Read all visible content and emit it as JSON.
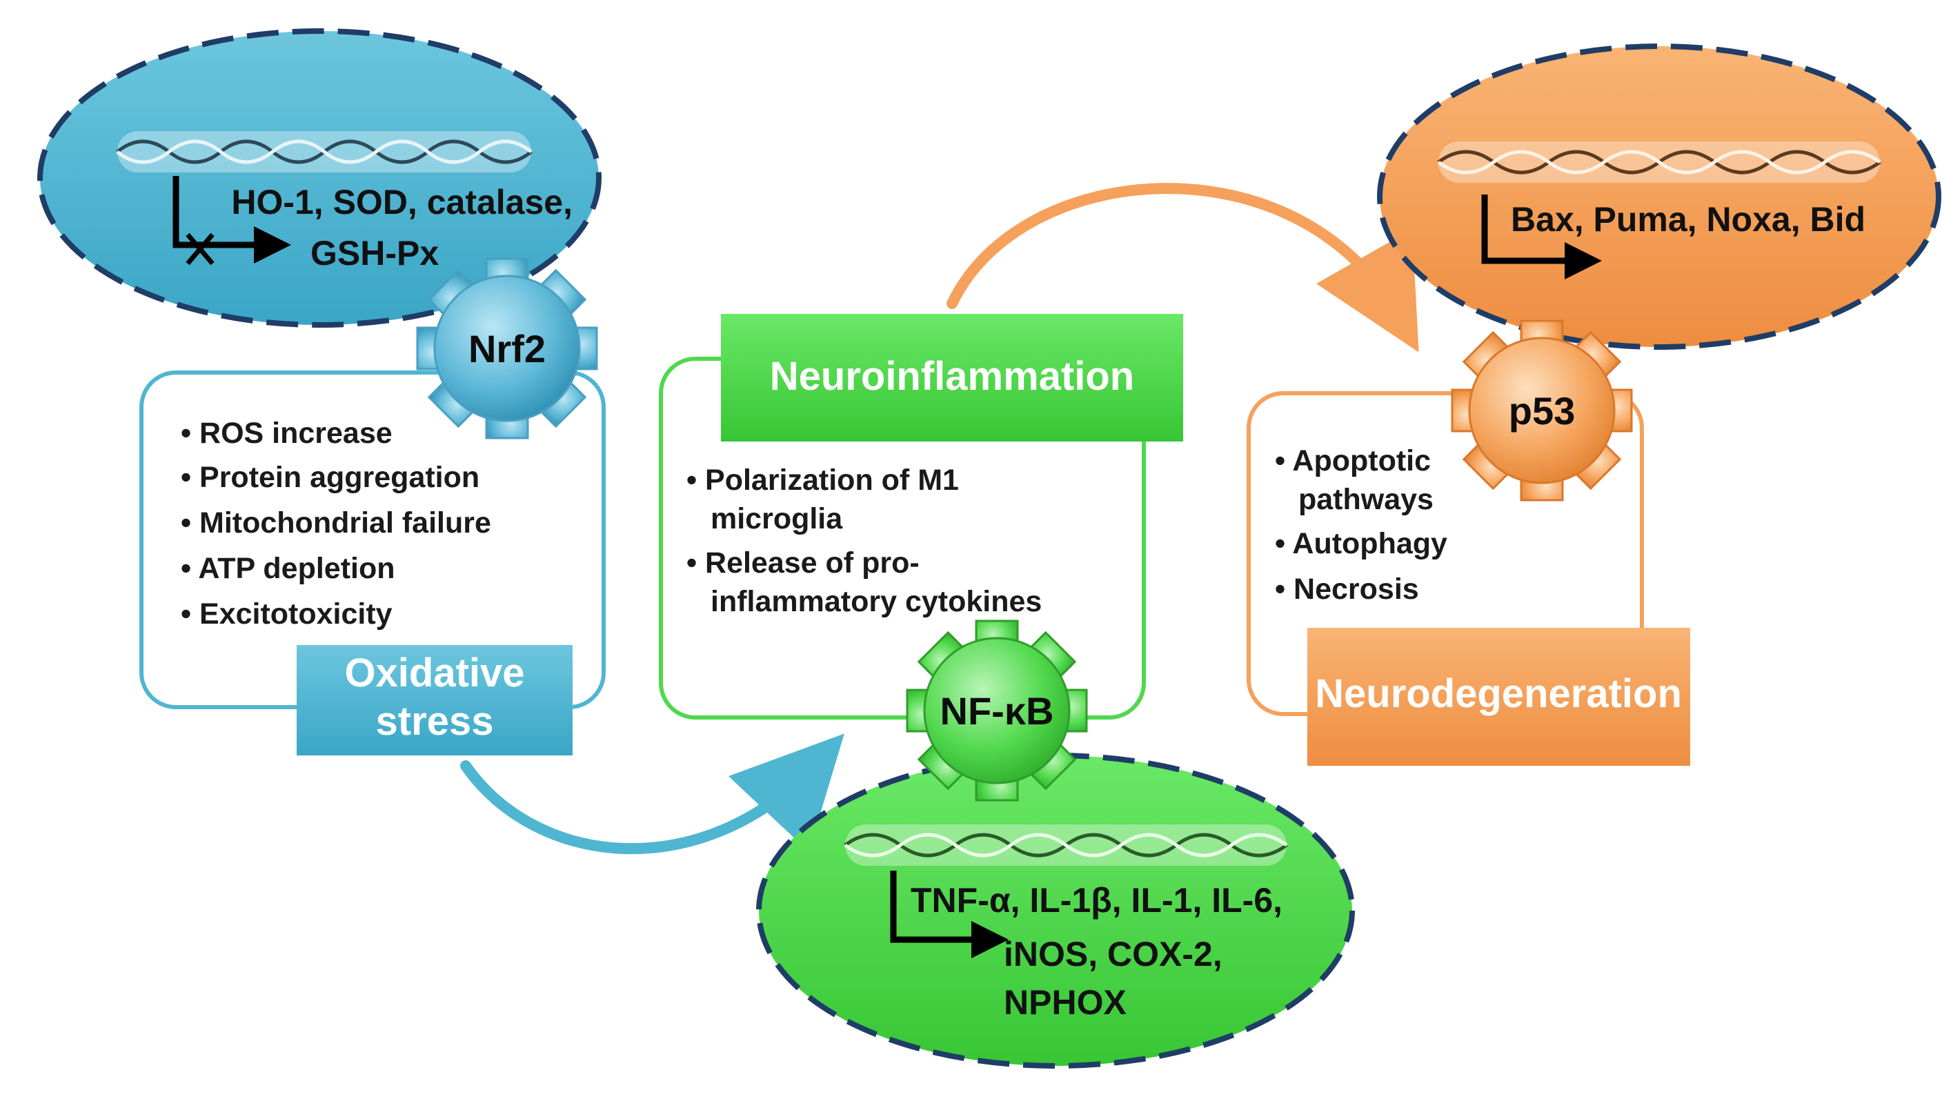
{
  "colors": {
    "blue": "#4fb6d2",
    "blue_dark": "#3a9fbe",
    "green": "#4fd84d",
    "green_dark": "#3cbf3a",
    "orange": "#f5a15c",
    "orange_dark": "#ef8f44",
    "navy_dash": "#1f3d66",
    "text": "#111111"
  },
  "oxidative_stress": {
    "banner": [
      "Oxidative",
      "stress"
    ],
    "bullets": [
      "ROS increase",
      "Protein aggregation",
      "Mitochondrial failure",
      "ATP depletion",
      "Excitotoxicity"
    ],
    "gear_label": "Nrf2",
    "genes": [
      "HO-1, SOD, catalase,",
      "GSH-Px"
    ],
    "icons": [
      "dna-helix-icon",
      "blocked-arrow-icon",
      "gear-icon"
    ]
  },
  "neuroinflammation": {
    "banner": "Neuroinflammation",
    "bullets": [
      [
        "Polarization of M1",
        "microglia"
      ],
      [
        "Release of pro-",
        "inflammatory cytokines"
      ]
    ],
    "gear_label": "NF-κB",
    "genes": [
      "TNF-α, IL-1β, IL-1, IL-6,",
      "iNOS, COX-2,",
      "NPHOX"
    ],
    "icons": [
      "dna-helix-icon",
      "arrow-icon",
      "gear-icon"
    ]
  },
  "neurodegeneration": {
    "banner": "Neurodegeneration",
    "bullets": [
      [
        "Apoptotic",
        "pathways"
      ],
      [
        "Autophagy"
      ],
      [
        "Necrosis"
      ]
    ],
    "gear_label": "p53",
    "genes": [
      "Bax, Puma, Noxa, Bid"
    ],
    "icons": [
      "dna-helix-icon",
      "arrow-icon",
      "gear-icon"
    ]
  },
  "flow_arrows": [
    "oxidative-stress-to-neuroinflammation",
    "neuroinflammation-to-neurodegeneration"
  ]
}
